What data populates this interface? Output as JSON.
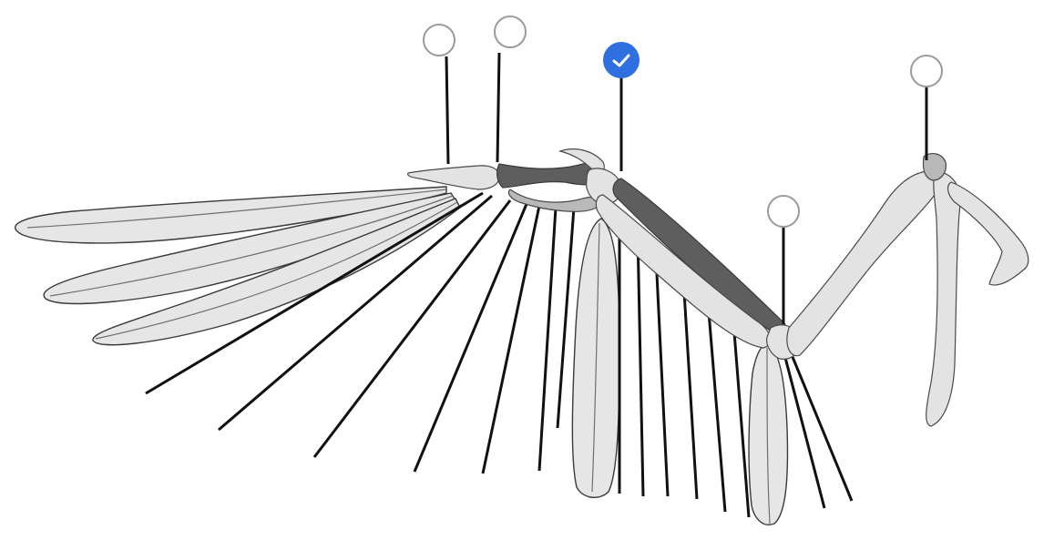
{
  "diagram": {
    "colors": {
      "marker_checked": "#2f6fe0",
      "marker_ring": "#9a9a9a",
      "bone_dark": "#5e5e5e",
      "bone_light": "#e3e3e3",
      "feather_fill": "#e6e6e6"
    },
    "markers": [
      {
        "id": "marker-1",
        "checked": false
      },
      {
        "id": "marker-2",
        "checked": false
      },
      {
        "id": "marker-3",
        "checked": true
      },
      {
        "id": "marker-4",
        "checked": false
      },
      {
        "id": "marker-5",
        "checked": false
      }
    ],
    "icons": {
      "checked_marker": "checkmark-icon",
      "unchecked_marker": "empty-circle-icon"
    }
  }
}
